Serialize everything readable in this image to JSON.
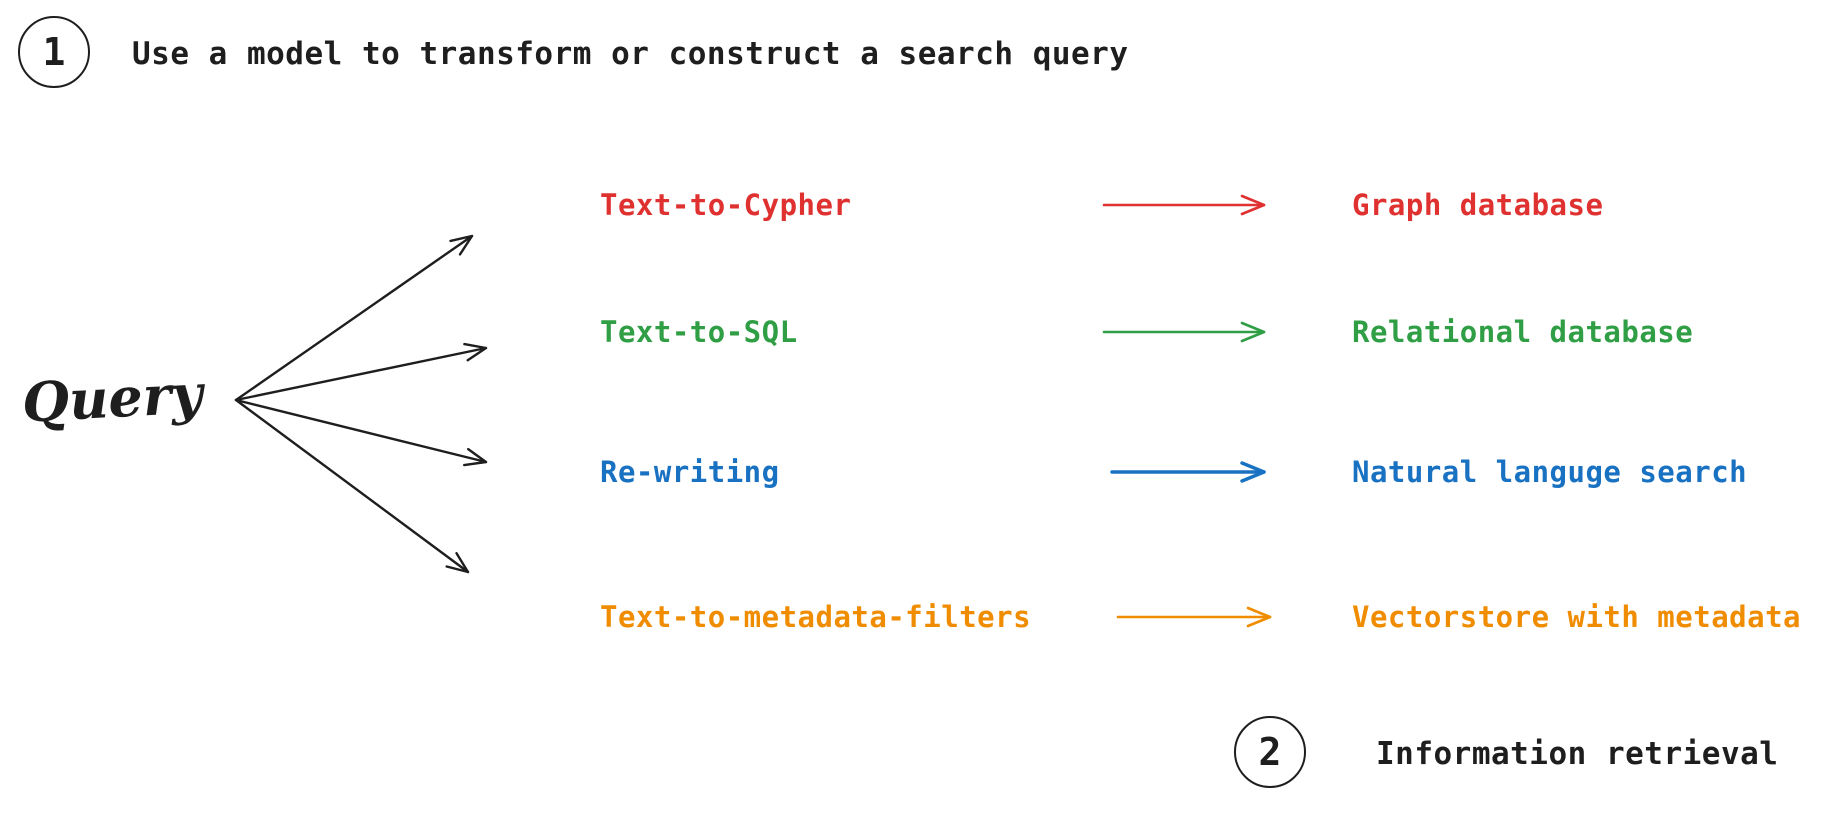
{
  "step1": {
    "number": "1",
    "label": "Use a model to transform or construct a search query"
  },
  "step2": {
    "number": "2",
    "label": "Information retrieval"
  },
  "query_label": "Query",
  "colors": {
    "ink": "#1e1e1e",
    "red": "#e03131",
    "green": "#2f9e44",
    "blue": "#1971c2",
    "orange": "#f08c00"
  },
  "rows": [
    {
      "technique": "Text-to-Cypher",
      "target": "Graph database",
      "color": "#e03131"
    },
    {
      "technique": "Text-to-SQL",
      "target": "Relational database",
      "color": "#2f9e44"
    },
    {
      "technique": "Re-writing",
      "target": "Natural languge search",
      "color": "#1971c2"
    },
    {
      "technique": "Text-to-metadata-filters",
      "target": "Vectorstore with metadata",
      "color": "#f08c00"
    }
  ]
}
